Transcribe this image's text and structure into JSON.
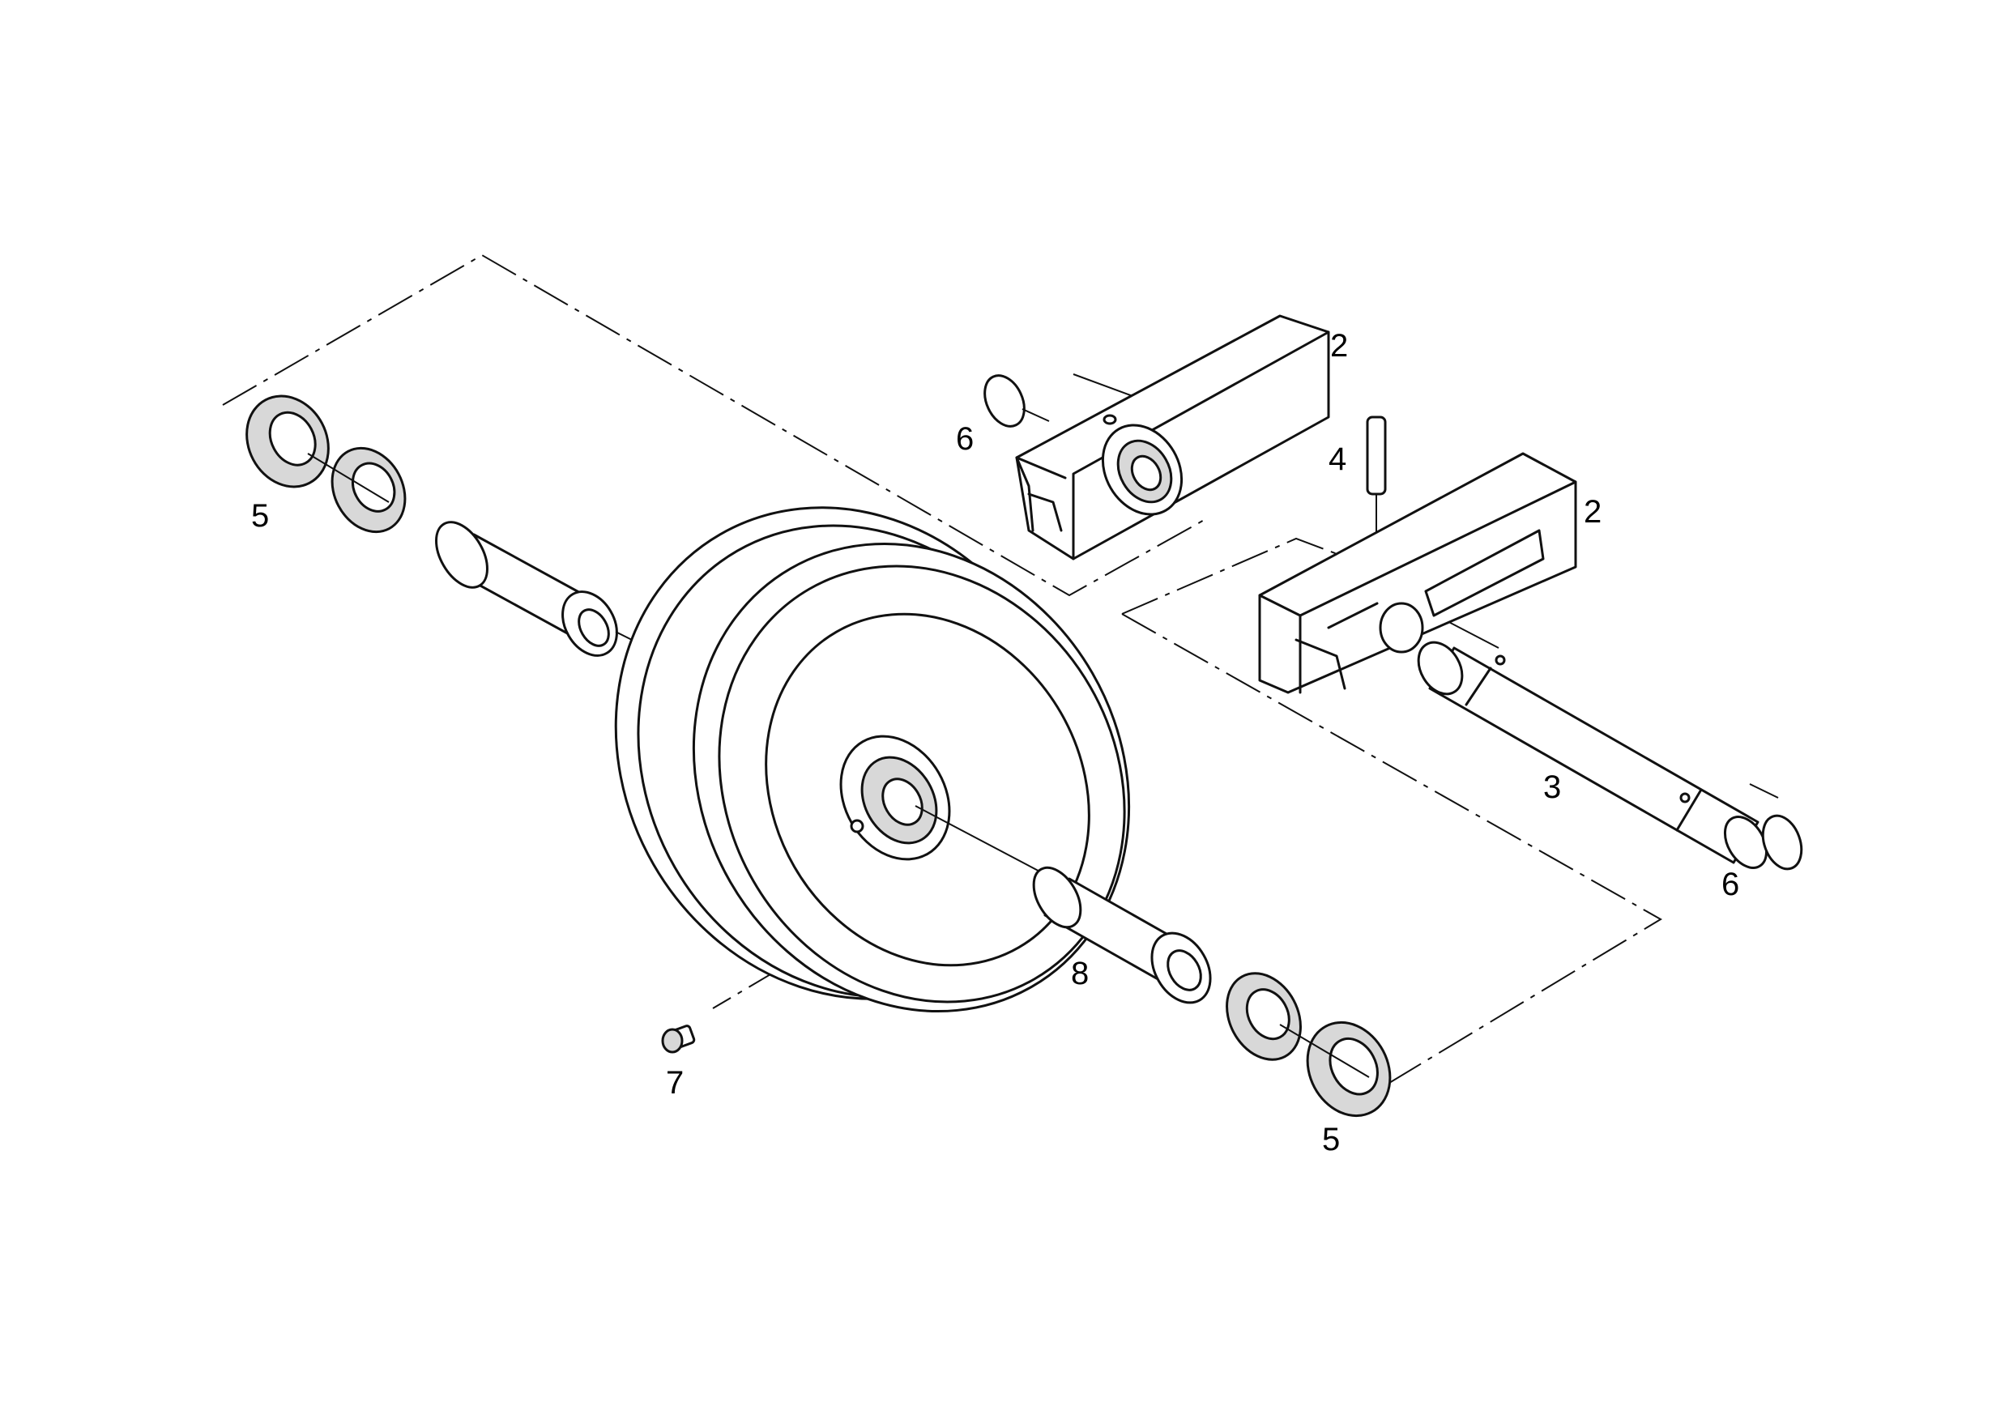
{
  "callouts": {
    "left_seal": "5",
    "right_seal": "5",
    "upper_bracket": "2",
    "lower_bracket": "2",
    "shaft": "3",
    "pin": "4",
    "upper_oring": "6",
    "right_oring": "6",
    "plug": "7",
    "bushing": "8"
  },
  "colors": {
    "line": "#111111",
    "background": "#ffffff"
  }
}
